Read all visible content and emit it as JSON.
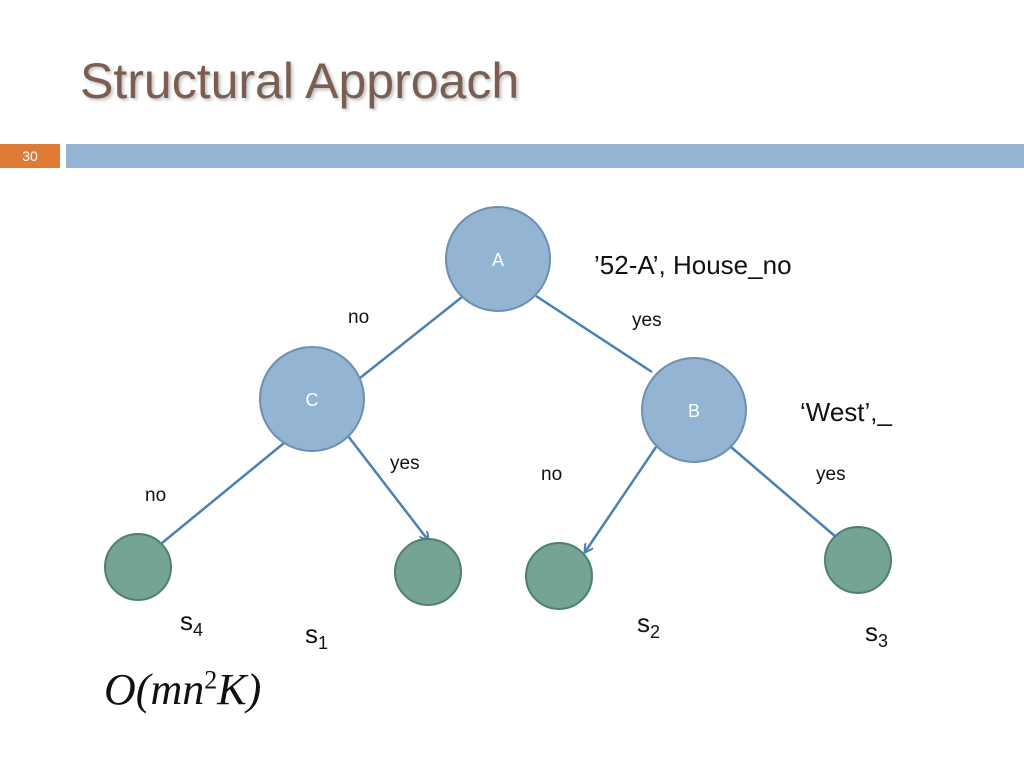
{
  "slide": {
    "title": "Structural Approach",
    "number": "30"
  },
  "tree": {
    "nodes": {
      "A": "A",
      "B": "B",
      "C": "C"
    },
    "edges": {
      "a_no": "no",
      "a_yes": "yes",
      "c_no": "no",
      "c_yes": "yes",
      "b_no": "no",
      "b_yes": "yes"
    },
    "annotations": {
      "a": "’52-A’, House_no",
      "b": "‘West’,_"
    },
    "leaves": {
      "s4": {
        "base": "s",
        "sub": "4"
      },
      "s1": {
        "base": "s",
        "sub": "1"
      },
      "s2": {
        "base": "s",
        "sub": "2"
      },
      "s3": {
        "base": "s",
        "sub": "3"
      }
    }
  },
  "formula": {
    "prefix": "O(",
    "body": "mn",
    "exponent": "2",
    "suffix": "K)"
  },
  "colors": {
    "title": "#7b5e52",
    "slide_number_bg": "#e07a37",
    "header_bar": "#93b4d2",
    "decision_node": "#93b4d2",
    "node_stroke": "#6f8fb0",
    "leaf_node": "#75a396",
    "leaf_stroke": "#4f7f72",
    "edge": "#4a81b3"
  }
}
